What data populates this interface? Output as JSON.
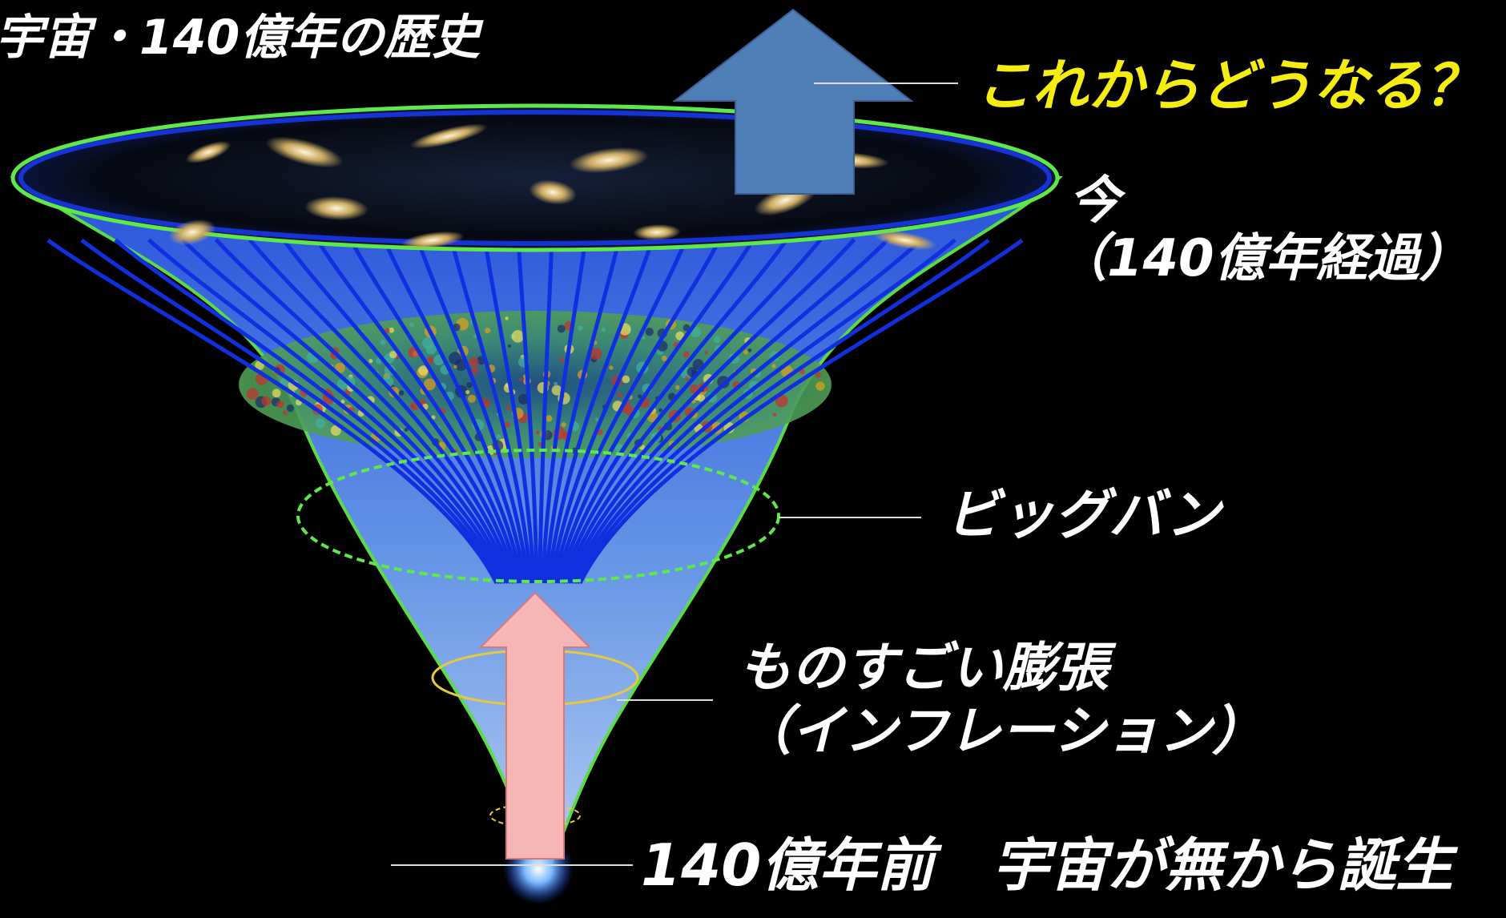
{
  "title": "宇宙・140億年の歴史",
  "labels": {
    "future": "これからどうなる？",
    "now_line1": "今",
    "now_line2": "（140億年経過）",
    "big_bang": "ビッグバン",
    "inflation_line1": "ものすごい膨張",
    "inflation_line2": "（インフレーション）",
    "birth": "140億年前　宇宙が無から誕生"
  },
  "colors": {
    "background": "#000000",
    "label_text": "#ffffff",
    "future_label": "#f5ec12",
    "funnel_fill": "#5b8ef0",
    "funnel_rim": "#5ee84a",
    "expansion_lines": "#1030e0",
    "inflation_ring": "#e8c840",
    "future_arrow": "#4f7fb6",
    "inflation_arrow": "#f7b6b6"
  },
  "icons": [
    "galaxy-icon",
    "up-arrow-icon"
  ]
}
